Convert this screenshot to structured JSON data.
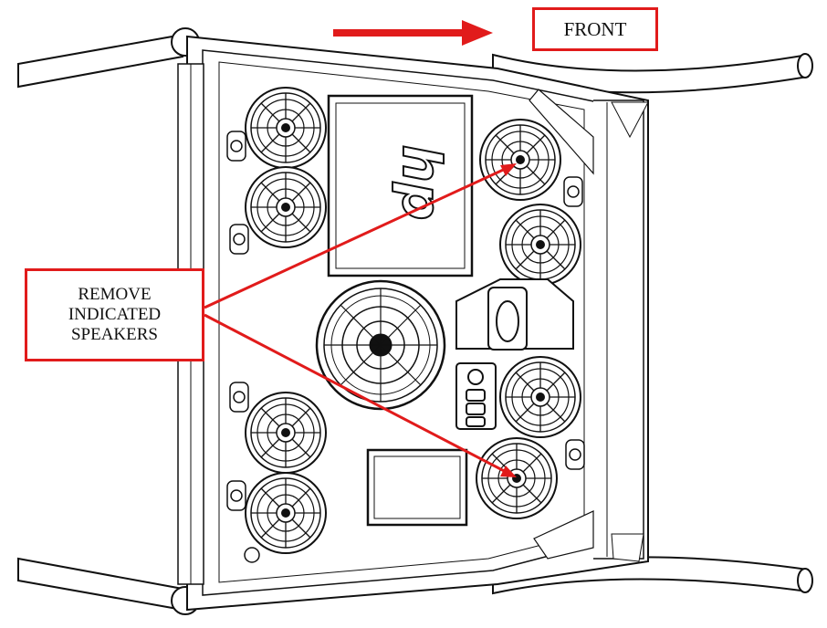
{
  "labels": {
    "front": "FRONT",
    "remove_lines": [
      "REMOVE",
      "INDICATED",
      "SPEAKERS"
    ]
  },
  "logo": "hp",
  "colors": {
    "accent": "#e11b1b",
    "line": "#111111",
    "background": "#ffffff"
  }
}
